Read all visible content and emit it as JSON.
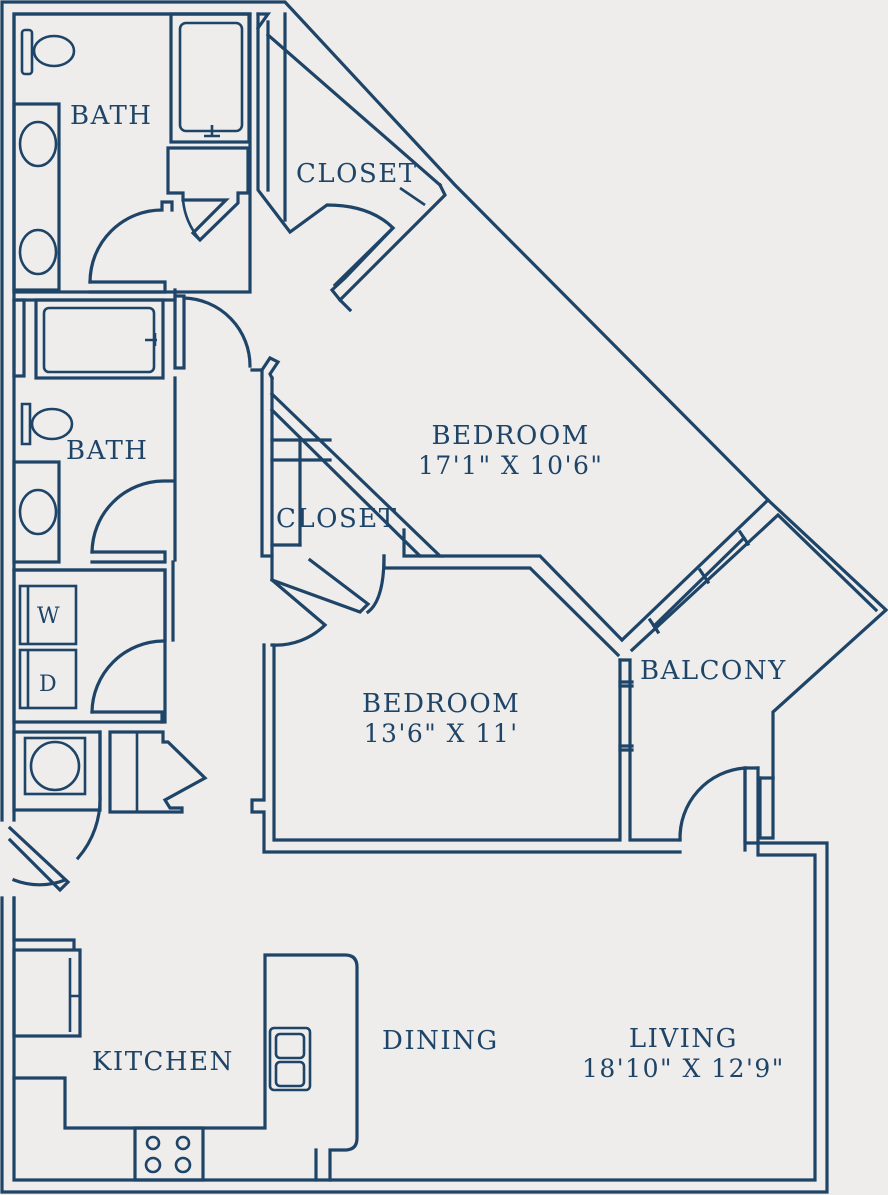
{
  "floorplan": {
    "colors": {
      "background": "#eeedeb",
      "line": "#1e4468"
    },
    "rooms": [
      {
        "id": "bath1",
        "name": "BATH",
        "dimensions": ""
      },
      {
        "id": "closet1",
        "name": "CLOSET",
        "dimensions": ""
      },
      {
        "id": "bath2",
        "name": "BATH",
        "dimensions": ""
      },
      {
        "id": "bedroom1",
        "name": "BEDROOM",
        "dimensions": "17'1\" X 10'6\""
      },
      {
        "id": "closet2",
        "name": "CLOSET",
        "dimensions": ""
      },
      {
        "id": "bedroom2",
        "name": "BEDROOM",
        "dimensions": "13'6\" X 11'"
      },
      {
        "id": "balcony",
        "name": "BALCONY",
        "dimensions": ""
      },
      {
        "id": "kitchen",
        "name": "KITCHEN",
        "dimensions": ""
      },
      {
        "id": "dining",
        "name": "DINING",
        "dimensions": ""
      },
      {
        "id": "living",
        "name": "LIVING",
        "dimensions": "18'10\" X 12'9\""
      }
    ],
    "appliances": {
      "washer": "W",
      "dryer": "D"
    }
  }
}
